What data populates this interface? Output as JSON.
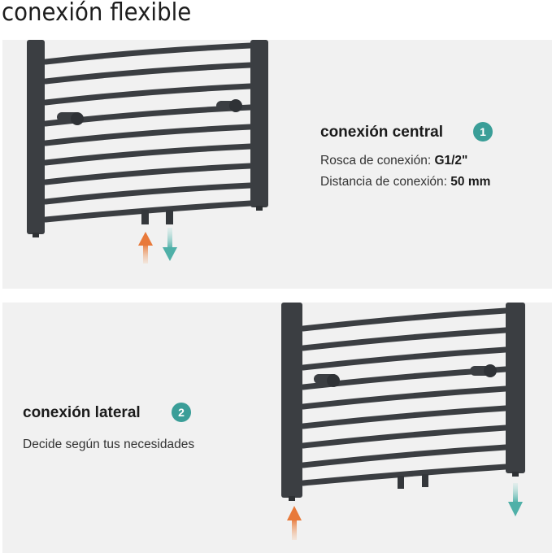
{
  "title": "conexión flexible",
  "central": {
    "heading": "conexión central",
    "badge": "1",
    "thread_label": "Rosca de conexión: ",
    "thread_value": "G1/2\"",
    "distance_label": "Distancia de conexión: ",
    "distance_value": "50 mm"
  },
  "lateral": {
    "heading": "conexión lateral",
    "badge": "2",
    "description": "Decide según tus necesidades"
  },
  "colors": {
    "panel_bg": "#f1f1f1",
    "radiator": "#3b3e42",
    "badge": "#3a9e98",
    "arrow_in": "#e8793a",
    "arrow_out": "#5cb8b0"
  },
  "icons": [
    "inflow-arrow-icon",
    "outflow-arrow-icon",
    "radiator-image"
  ]
}
